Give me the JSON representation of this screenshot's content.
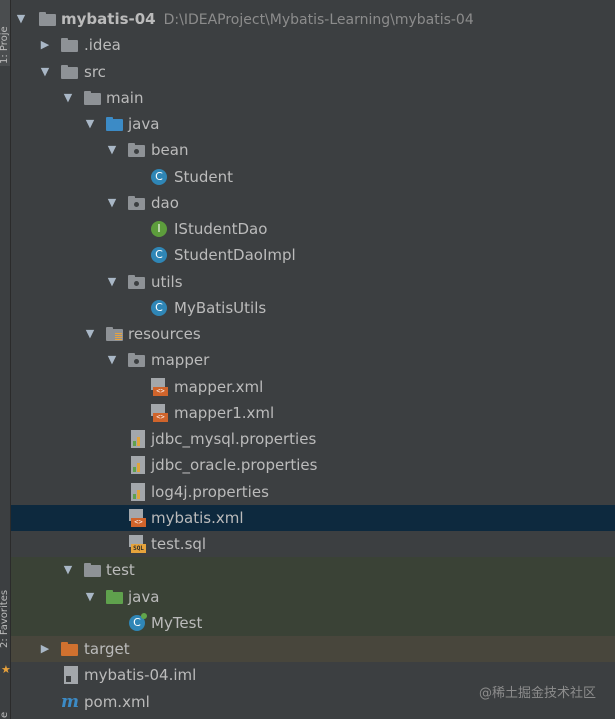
{
  "side_tabs": {
    "project": "1: Proje",
    "favorites": "2: Favorites",
    "bottom": "e"
  },
  "tree": {
    "root": {
      "name": "mybatis-04",
      "path": "D:\\IDEAProject\\Mybatis-Learning\\mybatis-04"
    },
    "items": [
      {
        "label": ".idea"
      },
      {
        "label": "src"
      },
      {
        "label": "main"
      },
      {
        "label": "java"
      },
      {
        "label": "bean"
      },
      {
        "label": "Student"
      },
      {
        "label": "dao"
      },
      {
        "label": "IStudentDao"
      },
      {
        "label": "StudentDaoImpl"
      },
      {
        "label": "utils"
      },
      {
        "label": "MyBatisUtils"
      },
      {
        "label": "resources"
      },
      {
        "label": "mapper"
      },
      {
        "label": "mapper.xml"
      },
      {
        "label": "mapper1.xml"
      },
      {
        "label": "jdbc_mysql.properties"
      },
      {
        "label": "jdbc_oracle.properties"
      },
      {
        "label": "log4j.properties"
      },
      {
        "label": "mybatis.xml"
      },
      {
        "label": "test.sql"
      },
      {
        "label": "test"
      },
      {
        "label": "java"
      },
      {
        "label": "MyTest"
      },
      {
        "label": "target"
      },
      {
        "label": "mybatis-04.iml"
      },
      {
        "label": "pom.xml"
      }
    ]
  },
  "icons": {
    "class_letter": "C",
    "interface_letter": "I",
    "xml_tag": "<>",
    "sql_tag": "SQL",
    "maven_letter": "m"
  },
  "watermark": "@稀土掘金技术社区",
  "colors": {
    "background": "#3c3f41",
    "selection": "#0d293e",
    "source_folder": "#3c8bc6",
    "test_folder": "#5fa14d",
    "excluded_folder": "#d0712f"
  }
}
